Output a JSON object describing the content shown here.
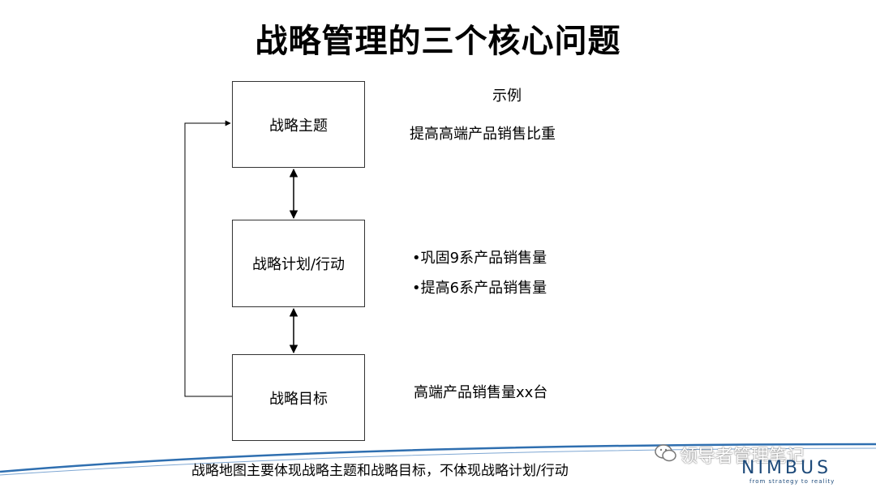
{
  "title": "战略管理的三个核心问题",
  "boxes": {
    "theme": "战略主题",
    "plan": "战略计划/行动",
    "goal": "战略目标"
  },
  "examples": {
    "header": "示例",
    "theme": "提高高端产品销售比重",
    "plan_items": [
      "•巩固9系产品销售量",
      "•提高6系产品销售量"
    ],
    "goal": "高端产品销售量xx台"
  },
  "footer_note": "战略地图主要体现战略主题和战略目标，不体现战略计划/行动",
  "brand": {
    "watermark_cn": "领导者管理笔记",
    "logo_text": "NIMBUS",
    "logo_tagline": "from strategy to reality"
  },
  "colors": {
    "accent_curve": "#2f6fb0",
    "logo": "#1d4a7a"
  }
}
